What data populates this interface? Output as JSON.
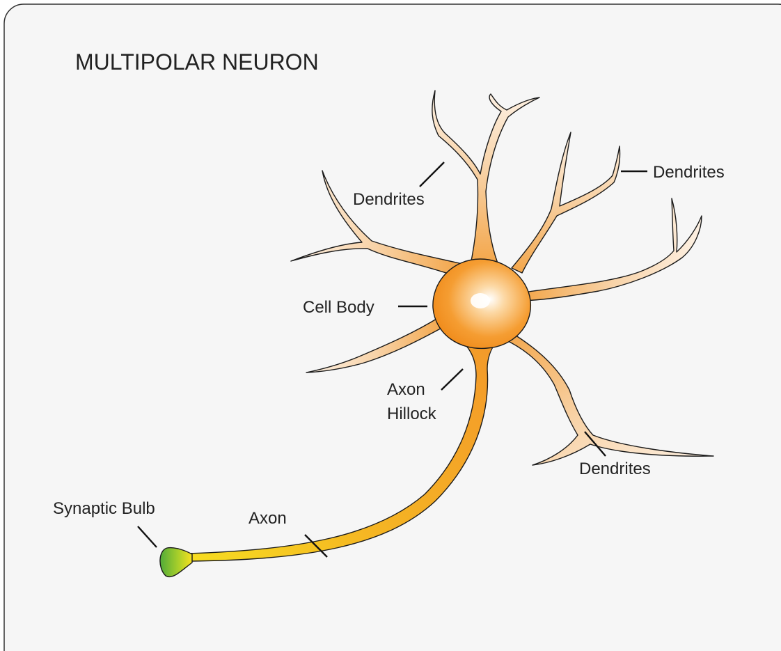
{
  "title": "MULTIPOLAR NEURON",
  "labels": {
    "dendrites_top": "Dendrites",
    "dendrites_right": "Dendrites",
    "dendrites_bottom": "Dendrites",
    "cell_body": "Cell Body",
    "axon_hillock_line1": "Axon",
    "axon_hillock_line2": "Hillock",
    "axon": "Axon",
    "synaptic_bulb": "Synaptic Bulb"
  },
  "colors": {
    "background": "#f6f6f6",
    "frame": "#333333",
    "cell_body": "#f39a2a",
    "cell_body_highlight": "#ffffff",
    "dendrite_base": "#f3a64a",
    "dendrite_tip": "#fbe8d2",
    "axon_start": "#f39a2a",
    "axon_end": "#f6d11d",
    "synaptic_bulb": "#5cb23a",
    "outline": "#1a1a1a"
  }
}
